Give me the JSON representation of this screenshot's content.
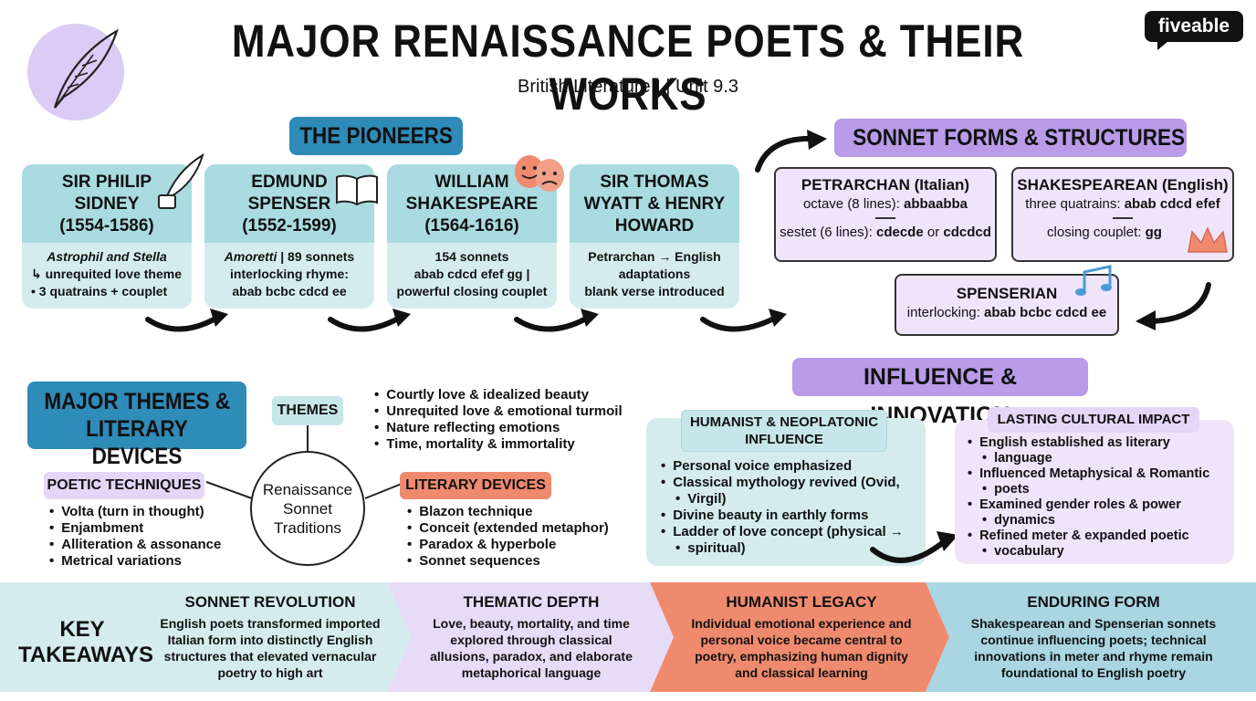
{
  "header": {
    "title": "MAJOR RENAISSANCE POETS & THEIR WORKS",
    "subtitle": "British Literature I | Unit 9.3",
    "brand": "fiveable"
  },
  "pioneers": {
    "heading": "THE PIONEERS",
    "cards": [
      {
        "name": [
          "SIR PHILIP",
          "SIDNEY",
          "(1554-1586)"
        ],
        "lines": [
          "Astrophil and Stella",
          "↳ unrequited love theme",
          "• 3 quatrains + couplet"
        ]
      },
      {
        "name": [
          "EDMUND",
          "SPENSER",
          "(1552-1599)"
        ],
        "lines": [
          "Amoretti",
          " | 89 sonnets",
          "interlocking rhyme:",
          "abab bcbc cdcd ee"
        ]
      },
      {
        "name": [
          "WILLIAM",
          "SHAKESPEARE",
          "(1564-1616)"
        ],
        "lines": [
          "154 sonnets",
          "abab cdcd efef gg |",
          "powerful closing couplet"
        ]
      },
      {
        "name": [
          "SIR THOMAS",
          "WYATT & HENRY",
          "HOWARD"
        ],
        "lines": [
          "Petrarchan → English",
          "adaptations",
          "blank verse introduced"
        ]
      }
    ]
  },
  "forms": {
    "heading": "SONNET FORMS & STRUCTURES",
    "petrarchan": {
      "title": "PETRARCHAN (Italian)",
      "l1a": "octave (8 lines): ",
      "l1b": "abbaabba",
      "l2a": "sestet (6 lines): ",
      "l2b": "cdecde",
      "l2c": " or ",
      "l2d": "cdcdcd"
    },
    "shakespearean": {
      "title": "SHAKESPEAREAN (English)",
      "l1a": "three quatrains: ",
      "l1b": "abab cdcd efef",
      "l2a": "closing couplet: ",
      "l2b": "gg"
    },
    "spenserian": {
      "title": "SPENSERIAN",
      "l1a": "interlocking: ",
      "l1b": "abab bcbc cdcd ee"
    }
  },
  "themes": {
    "heading_l1": "MAJOR THEMES &",
    "heading_l2": "LITERARY DEVICES",
    "themes_label": "THEMES",
    "hub_l1": "Renaissance",
    "hub_l2": "Sonnet",
    "hub_l3": "Traditions",
    "themes_list": [
      "Courtly love & idealized beauty",
      "Unrequited love & emotional turmoil",
      "Nature reflecting emotions",
      "Time, mortality & immortality"
    ],
    "techniques_label": "POETIC TECHNIQUES",
    "techniques": [
      "Volta (turn in thought)",
      "Enjambment",
      "Alliteration & assonance",
      "Metrical variations"
    ],
    "devices_label": "LITERARY DEVICES",
    "devices": [
      "Blazon technique",
      "Conceit (extended metaphor)",
      "Paradox & hyperbole",
      "Sonnet sequences"
    ]
  },
  "influence": {
    "heading": "INFLUENCE & INNOVATION",
    "humanist_title_l1": "HUMANIST & NEOPLATONIC",
    "humanist_title_l2": "INFLUENCE",
    "humanist": [
      "Personal voice emphasized",
      "Classical mythology revived (Ovid,",
      "Virgil)",
      "Divine beauty in earthly forms",
      "Ladder of love concept (physical →",
      "spiritual)"
    ],
    "lasting_title": "LASTING CULTURAL IMPACT",
    "lasting": [
      "English established as literary",
      "language",
      "Influenced Metaphysical & Romantic",
      "poets",
      "Examined gender roles & power",
      "dynamics",
      "Refined meter & expanded poetic",
      "vocabulary"
    ]
  },
  "takeaways": {
    "label_l1": "KEY",
    "label_l2": "TAKEAWAYS",
    "items": [
      {
        "title": "SONNET REVOLUTION",
        "lines": [
          "English poets transformed imported",
          "Italian form into distinctly English",
          "structures that elevated vernacular",
          "poetry to high art"
        ]
      },
      {
        "title": "THEMATIC DEPTH",
        "lines": [
          "Love, beauty, mortality, and time",
          "explored through classical",
          "allusions, paradox, and elaborate",
          "metaphorical language"
        ]
      },
      {
        "title": "HUMANIST LEGACY",
        "lines": [
          "Individual emotional experience and",
          "personal voice became central to",
          "poetry, emphasizing human dignity",
          "and classical learning"
        ]
      },
      {
        "title": "ENDURING FORM",
        "lines": [
          "Shakespearean and Spenserian sonnets",
          "continue influencing poets; technical",
          "innovations in meter and rhyme remain",
          "foundational to English poetry"
        ]
      }
    ]
  },
  "colors": {
    "teal": "#2f8bb8",
    "lavender": "#b99be9",
    "coral": "#f08a6e",
    "light_teal": "#d5ecee",
    "light_lavender": "#efe5fb"
  }
}
